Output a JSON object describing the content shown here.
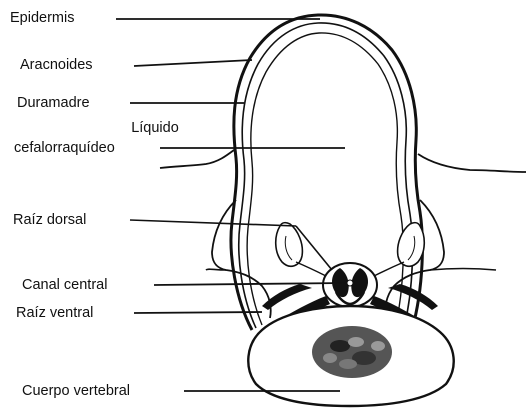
{
  "diagram": {
    "labels": {
      "epidermis": "Epidermis",
      "aracnoides": "Aracnoides",
      "duramadre": "Duramadre",
      "liquido_line1": "Líquido",
      "liquido_line2": "cefalorraquídeo",
      "raiz_dorsal": "Raíz dorsal",
      "canal_central": "Canal central",
      "raiz_ventral": "Raíz ventral",
      "cuerpo_vertebral": "Cuerpo vertebral"
    },
    "colors": {
      "line": "#111111",
      "background": "#ffffff"
    }
  }
}
